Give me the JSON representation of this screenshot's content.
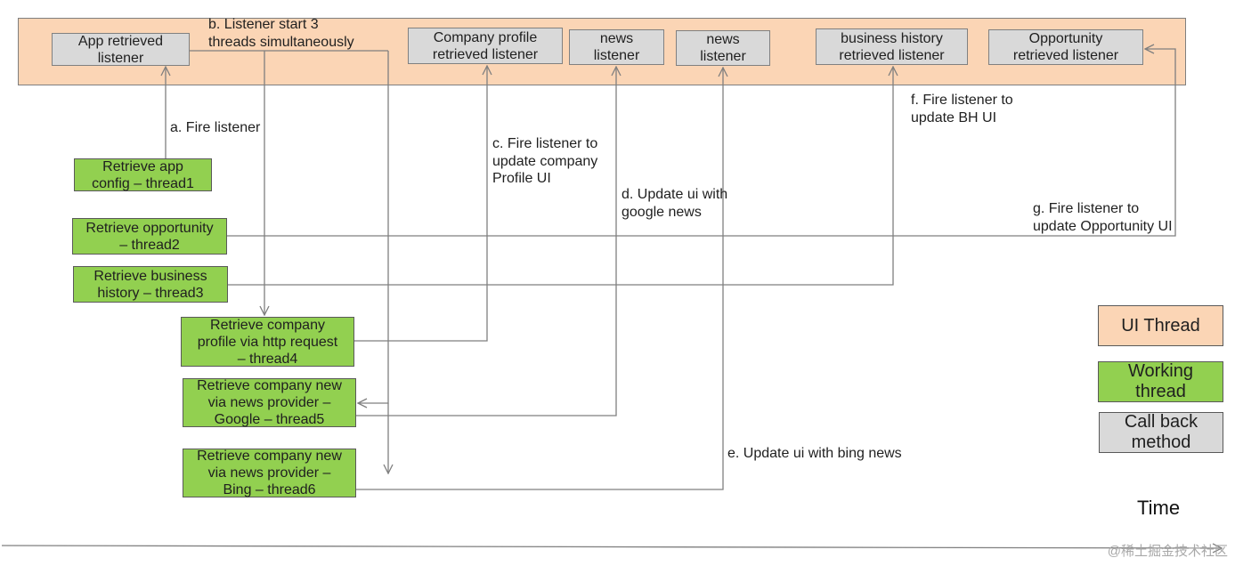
{
  "colors": {
    "ui_thread": "#FBD5B5",
    "working_thread": "#92D050",
    "callback_method": "#D9D9D9",
    "connector": "#7F7F7F",
    "text": "#1F1F1F"
  },
  "listeners": {
    "app": "App retrieved\nlistener",
    "company_profile": "Company profile\nretrieved listener",
    "news_google": "news\nlistener",
    "news_bing": "news\nlistener",
    "business_history": "business history\nretrieved listener",
    "opportunity": "Opportunity\nretrieved listener"
  },
  "threads": {
    "thread1": "Retrieve app\nconfig – thread1",
    "thread2": "Retrieve opportunity\n– thread2",
    "thread3": "Retrieve business\nhistory – thread3",
    "thread4": "Retrieve company\nprofile via http request\n– thread4",
    "thread5": "Retrieve company new\nvia news provider –\nGoogle – thread5",
    "thread6": "Retrieve company new\nvia news provider –\nBing – thread6"
  },
  "annotations": {
    "a": "a. Fire listener",
    "b": "b. Listener start 3\nthreads simultaneously",
    "c": "c. Fire listener to\nupdate company\nProfile UI",
    "d": "d. Update ui with\ngoogle news",
    "e": "e. Update ui with bing news",
    "f": "f. Fire listener to\nupdate BH UI",
    "g": "g. Fire listener to\nupdate Opportunity UI"
  },
  "legend": {
    "ui_thread": "UI Thread",
    "working_thread": "Working\nthread",
    "callback_method": "Call back\nmethod"
  },
  "axis": {
    "label": "Time"
  },
  "watermark": "@稀土掘金技术社区"
}
